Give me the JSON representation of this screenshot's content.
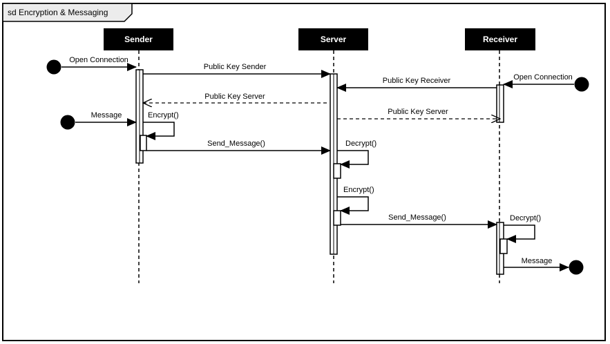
{
  "frame": {
    "title": "sd Encryption & Messaging"
  },
  "lifelines": [
    {
      "id": "sender",
      "name": "Sender"
    },
    {
      "id": "server",
      "name": "Server"
    },
    {
      "id": "receiver",
      "name": "Receiver"
    }
  ],
  "messages": [
    {
      "id": "open-connection-sender",
      "label": "Open Connection",
      "kind": "found-sync"
    },
    {
      "id": "public-key-sender",
      "label": "Public Key Sender",
      "kind": "sync"
    },
    {
      "id": "public-key-receiver",
      "label": "Public Key Receiver",
      "kind": "sync"
    },
    {
      "id": "open-connection-receiver",
      "label": "Open Connection",
      "kind": "found-sync"
    },
    {
      "id": "public-key-server-to-sender",
      "label": "Public Key Server",
      "kind": "reply"
    },
    {
      "id": "public-key-server-to-receiver",
      "label": "Public Key Server",
      "kind": "reply"
    },
    {
      "id": "message-in",
      "label": "Message",
      "kind": "found-sync"
    },
    {
      "id": "encrypt-sender",
      "label": "Encrypt()",
      "kind": "self"
    },
    {
      "id": "send-message-to-server",
      "label": "Send_Message()",
      "kind": "sync"
    },
    {
      "id": "decrypt-server",
      "label": "Decrypt()",
      "kind": "self"
    },
    {
      "id": "encrypt-server",
      "label": "Encrypt()",
      "kind": "self"
    },
    {
      "id": "send-message-to-receiver",
      "label": "Send_Message()",
      "kind": "sync"
    },
    {
      "id": "decrypt-receiver",
      "label": "Decrypt()",
      "kind": "self"
    },
    {
      "id": "message-out",
      "label": "Message",
      "kind": "lost-sync"
    }
  ]
}
